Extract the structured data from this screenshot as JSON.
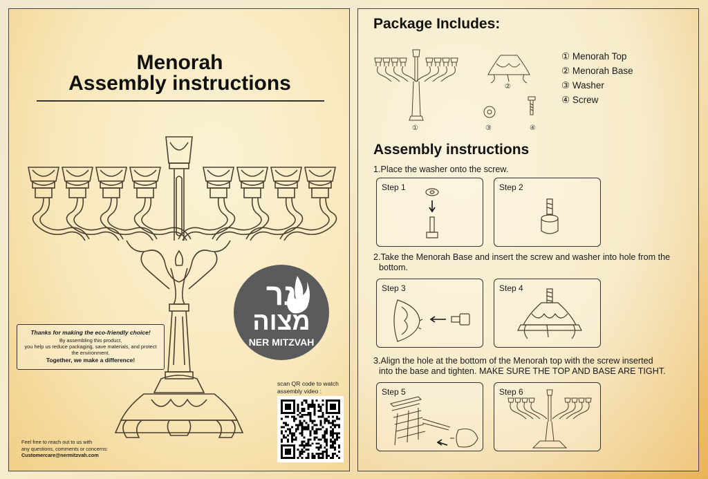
{
  "left_panel": {
    "title_line1": "Menorah",
    "title_line2": "Assembly instructions",
    "logo": {
      "hebrew_line1": "נר",
      "hebrew_line2": "מצוה",
      "name": "NER MITZVAH"
    },
    "eco_box": {
      "heading": "Thanks for making the eco-friendly choice!",
      "line1": "By assembling this product,",
      "line2": "you help us reduce packaging, save materials, and protect",
      "line3": "the environment.",
      "closing": "Together, we make a difference!"
    },
    "qr_caption": "scan QR code to watch assembly video :",
    "contact_line1": "Feel free to reach out to us with",
    "contact_line2": "any questions, comments or concerns:",
    "contact_email": "Customercare@nermitzvah.com"
  },
  "right_panel": {
    "package_title": "Package Includes:",
    "package_items": [
      "① Menorah Top",
      "② Menorah Base",
      "③ Washer",
      "④ Screw"
    ],
    "part_numbers": [
      "①",
      "②",
      "③",
      "④"
    ],
    "assembly_title": "Assembly instructions",
    "instruction1": "1.Place the washer onto the screw.",
    "instruction2_line1": "2.Take the Menorah Base and insert the screw and washer into hole from the",
    "instruction2_line2": "bottom.",
    "instruction3_line1": "3.Align the hole at the bottom of the Menorah top with the screw inserted",
    "instruction3_line2": "into the base and tighten. MAKE SURE THE TOP AND BASE ARE TIGHT.",
    "steps": [
      "Step 1",
      "Step 2",
      "Step 3",
      "Step 4",
      "Step 5",
      "Step 6"
    ]
  },
  "colors": {
    "background_light": "#f6eccd",
    "background_warm": "#e9b357",
    "logo_circle": "#5b5a5c",
    "line_art": "#4a4030"
  }
}
